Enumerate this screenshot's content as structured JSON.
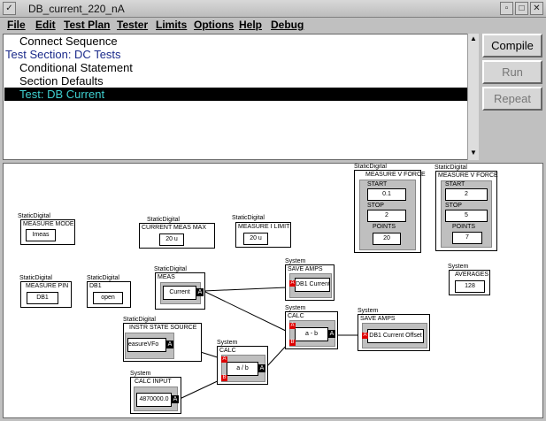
{
  "window": {
    "title": "DB_current_220_nA"
  },
  "menu": [
    "File",
    "Edit",
    "Test Plan",
    "Tester",
    "Limits",
    "Options",
    "Help",
    "Debug"
  ],
  "tree": [
    {
      "label": "Connect Sequence"
    },
    {
      "label": "Test Section: DC Tests"
    },
    {
      "label": "Conditional Statement"
    },
    {
      "label": "Section Defaults"
    },
    {
      "label": "Test: DB Current"
    }
  ],
  "buttons": {
    "compile": "Compile",
    "run": "Run",
    "repeat": "Repeat"
  },
  "blocks": {
    "measure_mode": {
      "cat": "StaticDigital",
      "title": "MEASURE MODE",
      "value": "Imeas"
    },
    "current_meas_max": {
      "cat": "StaticDigital",
      "title": "CURRENT MEAS MAX",
      "value": "20 u"
    },
    "measure_i_limit": {
      "cat": "StaticDigital",
      "title": "MEASURE I LIMIT",
      "value": "20 u"
    },
    "measure_v_force1": {
      "cat": "StaticDigital",
      "title": "MEASURE V FORCE",
      "start_label": "START",
      "start": "0.1",
      "stop_label": "STOP",
      "stop": "2",
      "points_label": "POINTS",
      "points": "20"
    },
    "measure_v_force2": {
      "cat": "StaticDigital",
      "title": "MEASURE V FORCE",
      "start_label": "START",
      "start": "2",
      "stop_label": "STOP",
      "stop": "5",
      "points_label": "POINTS",
      "points": "7"
    },
    "measure_pin": {
      "cat": "StaticDigital",
      "title": "MEASURE PIN",
      "value": "DB1"
    },
    "db1": {
      "cat": "StaticDigital",
      "title": "DB1",
      "value": "open"
    },
    "meas": {
      "cat": "StaticDigital",
      "title": "MEAS",
      "value": "Current",
      "port": "A"
    },
    "save_amps1": {
      "cat": "System",
      "title": "SAVE AMPS",
      "value": "DB1 Current",
      "port": "A"
    },
    "averages": {
      "cat": "System",
      "title": "AVERAGES",
      "value": "128"
    },
    "instr_state": {
      "cat": "StaticDigital",
      "title": "INSTR STATE SOURCE",
      "value": "easureVFo",
      "port": "A"
    },
    "calc1": {
      "cat": "System",
      "title": "CALC",
      "value": "a - b",
      "port_a": "A",
      "port_b": "B",
      "port_out": "A"
    },
    "save_amps2": {
      "cat": "System",
      "title": "SAVE AMPS",
      "value": "DB1 Current Offset",
      "port": "A"
    },
    "calc2": {
      "cat": "System",
      "title": "CALC",
      "value": "a / b",
      "port_a": "A",
      "port_b": "B",
      "port_out": "A"
    },
    "calc_input": {
      "cat": "System",
      "title": "CALC INPUT",
      "value": "4870000.0",
      "port": "A"
    }
  }
}
